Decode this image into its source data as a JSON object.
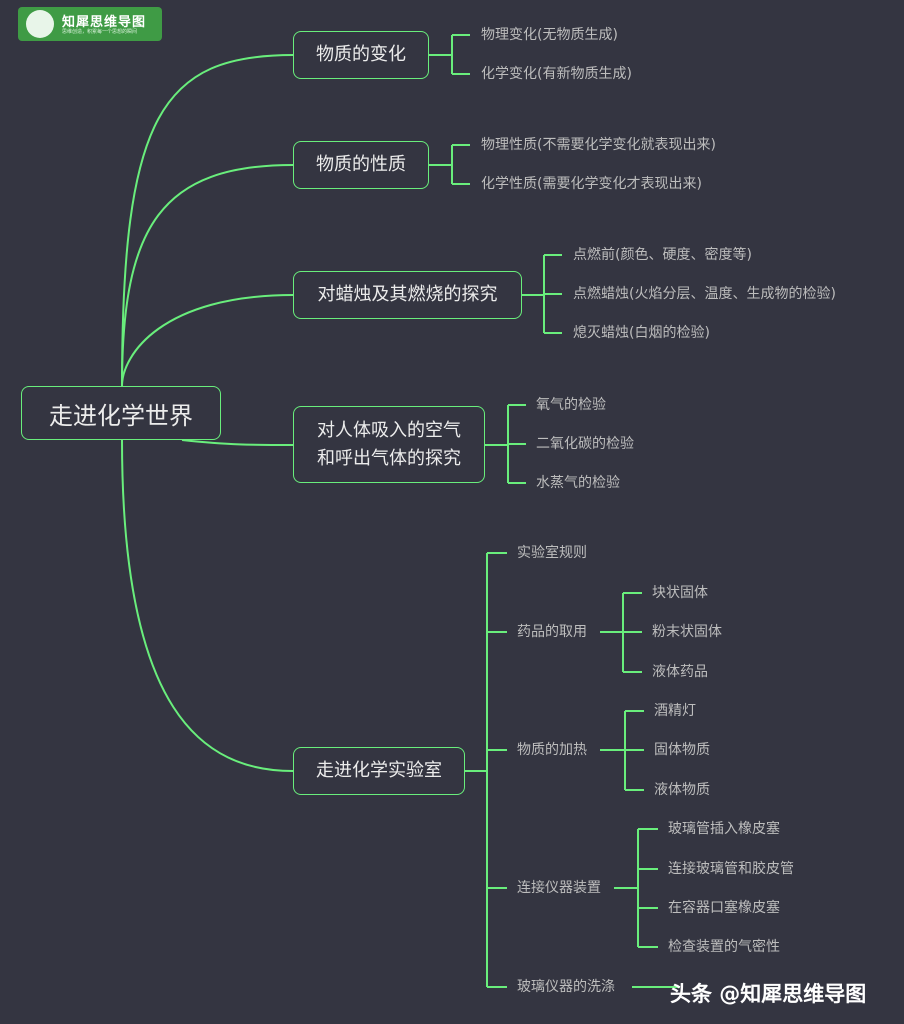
{
  "logo": {
    "title": "知犀思维导图",
    "slogan": "思维创造，积累每一个思想的瞬间"
  },
  "root": {
    "label": "走进化学世界"
  },
  "branches": [
    {
      "label": "物质的变化",
      "children": [
        "物理变化(无物质生成)",
        "化学变化(有新物质生成)"
      ]
    },
    {
      "label": "物质的性质",
      "children": [
        "物理性质(不需要化学变化就表现出来)",
        "化学性质(需要化学变化才表现出来)"
      ]
    },
    {
      "label": "对蜡烛及其燃烧的探究",
      "children": [
        "点燃前(颜色、硬度、密度等)",
        "点燃蜡烛(火焰分层、温度、生成物的检验)",
        "熄灭蜡烛(白烟的检验)"
      ]
    },
    {
      "label_line1": "对人体吸入的空气",
      "label_line2": "和呼出气体的探究",
      "children": [
        "氧气的检验",
        "二氧化碳的检验",
        "水蒸气的检验"
      ]
    },
    {
      "label": "走进化学实验室",
      "children": [
        {
          "label": "实验室规则"
        },
        {
          "label": "药品的取用",
          "children": [
            "块状固体",
            "粉末状固体",
            "液体药品"
          ]
        },
        {
          "label": "物质的加热",
          "children": [
            "酒精灯",
            "固体物质",
            "液体物质"
          ]
        },
        {
          "label": "连接仪器装置",
          "children": [
            "玻璃管插入橡皮塞",
            "连接玻璃管和胶皮管",
            "在容器口塞橡皮塞",
            "检查装置的气密性"
          ]
        },
        {
          "label": "玻璃仪器的洗涤"
        }
      ]
    }
  ],
  "watermark": "头条 @知犀思维导图",
  "colors": {
    "background": "#343541",
    "line": "#69ee7c",
    "text": "#ececec",
    "leaf_text": "#bdbdbd"
  }
}
